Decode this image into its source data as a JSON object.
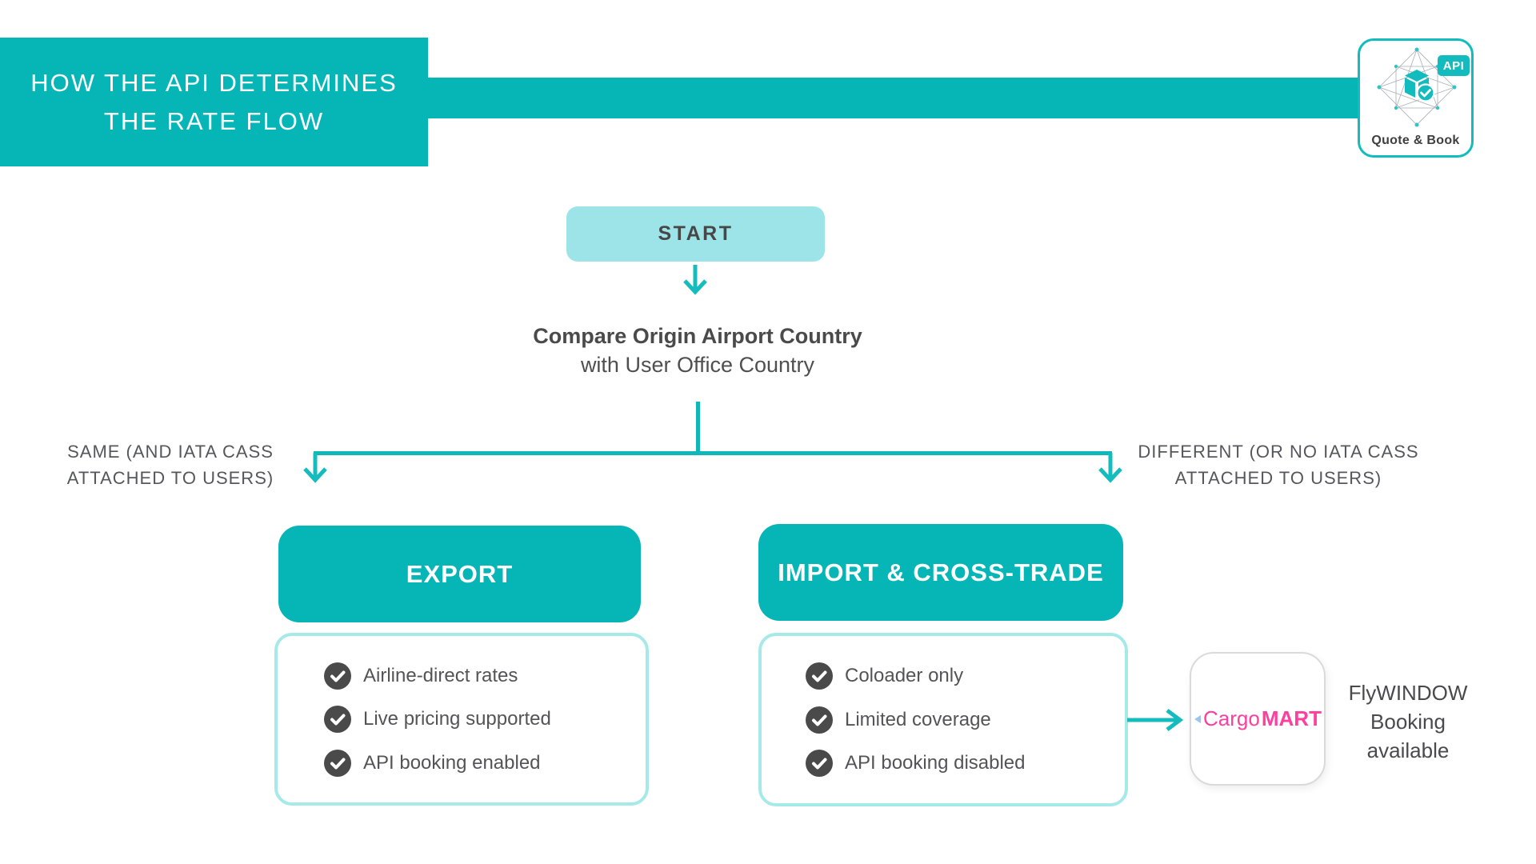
{
  "colors": {
    "teal": "#06b6b6",
    "teal_bright": "#12bcbe",
    "light_aqua": "#9ce4e8",
    "card_border_aqua": "#a6e9e9",
    "dark_text": "#4a4a4a",
    "gray_label": "#56575a",
    "check_circle": "#4a4a4a",
    "cargomart_pink": "#ff3e9d"
  },
  "header": {
    "title_line1": "HOW THE API DETERMINES",
    "title_line2": "THE RATE FLOW",
    "logo": {
      "badge": "API",
      "caption": "Quote & Book"
    }
  },
  "flow": {
    "start_label": "START",
    "compare_line1": "Compare Origin Airport Country",
    "compare_line2": "with User Office Country",
    "branch_left_line1": "SAME (AND IATA CASS",
    "branch_left_line2": "ATTACHED TO USERS)",
    "branch_right_line1": "DIFFERENT (OR NO IATA CASS",
    "branch_right_line2": "ATTACHED TO USERS)",
    "export": {
      "title": "EXPORT",
      "items": [
        "Airline-direct rates",
        "Live pricing supported",
        "API booking enabled"
      ]
    },
    "import": {
      "title": "IMPORT & CROSS-TRADE",
      "items": [
        "Coloader only",
        "Limited coverage",
        "API booking disabled"
      ]
    },
    "cargomart": {
      "brand_regular": "Cargo",
      "brand_bold": "MART"
    },
    "flywindow_line1": "FlyWINDOW",
    "flywindow_line2": "Booking",
    "flywindow_line3": "available"
  }
}
